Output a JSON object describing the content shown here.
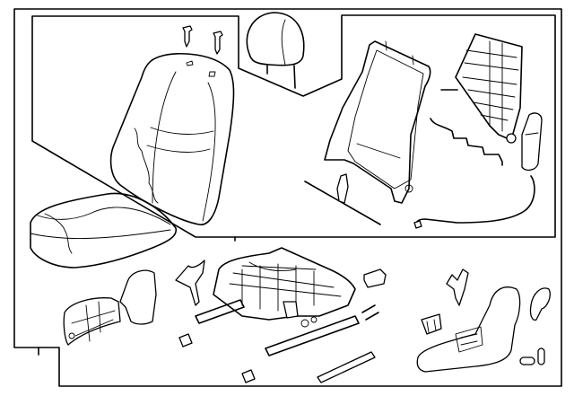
{
  "diagram": {
    "background": "#ffffff",
    "line_color": "#000000",
    "parts": [
      "headrest-guides",
      "seat-back-cover",
      "headrest",
      "seat-back-frame",
      "lumbar-support",
      "seat-cushion-cover",
      "recliner-cable",
      "side-airbag",
      "seat-track-adjuster",
      "seat-side-shield",
      "switch-knobs"
    ]
  }
}
